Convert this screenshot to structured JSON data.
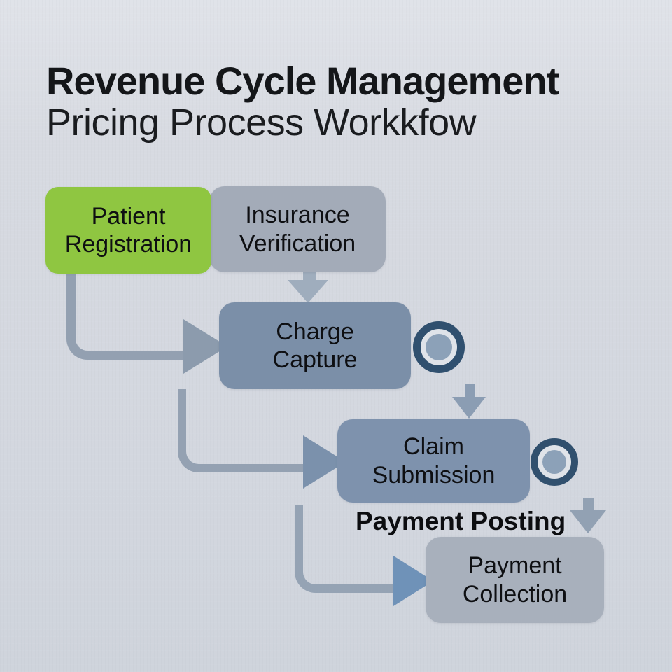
{
  "title": {
    "line1": "Revenue Cycle Management",
    "line2": "Pricing Process Workkfow"
  },
  "nodes": {
    "patient_registration": {
      "line1": "Patient",
      "line2": "Registration",
      "color": "#8fc641"
    },
    "insurance_verification": {
      "line1": "Insurance",
      "line2": "Verification",
      "color": "#a3abb8"
    },
    "charge_capture": {
      "line1": "Charge",
      "line2": "Capture",
      "color": "#7b8fa8"
    },
    "claim_submission": {
      "line1": "Claim",
      "line2": "Submission",
      "color": "#7e92ad"
    },
    "payment_collection": {
      "line1": "Payment",
      "line2": "Collection",
      "color": "#a8b0bc"
    }
  },
  "floating_labels": {
    "payment_posting": "Payment Posting"
  },
  "edges": [
    {
      "from": "patient_registration",
      "to": "charge_capture",
      "style": "elbow-right-arrow"
    },
    {
      "from": "insurance_verification",
      "to": "charge_capture",
      "style": "down-arrow"
    },
    {
      "from": "charge_capture",
      "to": "claim_submission",
      "style": "down-arrow"
    },
    {
      "from": "charge_capture",
      "to": "claim_submission",
      "style": "elbow-right-arrow"
    },
    {
      "from": "claim_submission",
      "to": "payment_collection",
      "style": "down-arrow"
    },
    {
      "from": "claim_submission",
      "to": "payment_collection",
      "style": "elbow-right-arrow"
    }
  ],
  "icons": {
    "targets": [
      {
        "name": "target-icon",
        "attached_to": "charge_capture",
        "ring_color": "#30506f",
        "center_color": "#8ca1b8"
      },
      {
        "name": "target-icon",
        "attached_to": "claim_submission",
        "ring_color": "#31506e",
        "center_color": "#8ca1b8"
      }
    ]
  },
  "colors": {
    "background": "#d6dae1",
    "title_text": "#141619",
    "node_text": "#0e0f12",
    "connector_line": "#95a1b1",
    "arrowhead_gray": "#8c9bad",
    "arrowhead_blue": "#6f92b8"
  }
}
